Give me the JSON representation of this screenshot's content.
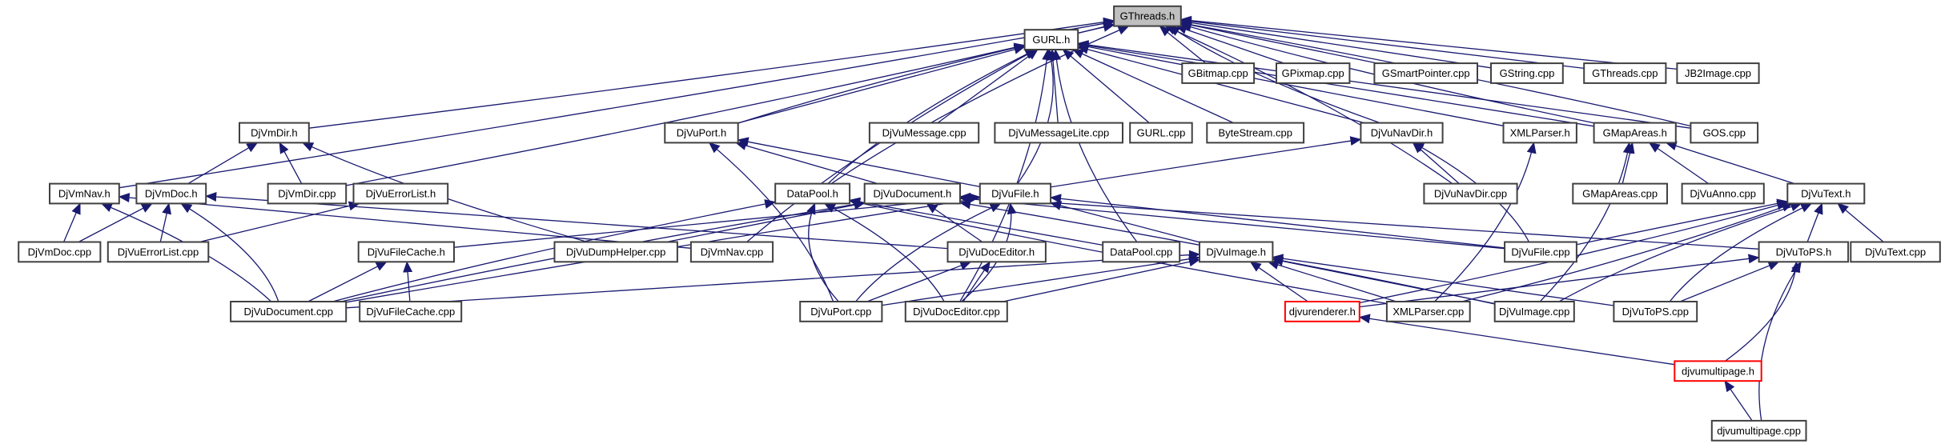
{
  "diagram": {
    "type": "include-dependency-graph",
    "root": "GThreads.h",
    "colors": {
      "edge": "#191970",
      "root_fill": "#bfbfbf",
      "node_border": "#404040",
      "highlight_border": "#ff0000"
    },
    "nodes": [
      {
        "id": "GThreads.h",
        "label": "GThreads.h",
        "style": "root"
      },
      {
        "id": "GURL.h",
        "label": "GURL.h"
      },
      {
        "id": "GBitmap.cpp",
        "label": "GBitmap.cpp"
      },
      {
        "id": "GPixmap.cpp",
        "label": "GPixmap.cpp"
      },
      {
        "id": "GSmartPointer.cpp",
        "label": "GSmartPointer.cpp"
      },
      {
        "id": "GString.cpp",
        "label": "GString.cpp"
      },
      {
        "id": "GThreads.cpp",
        "label": "GThreads.cpp"
      },
      {
        "id": "JB2Image.cpp",
        "label": "JB2Image.cpp"
      },
      {
        "id": "DjVmDir.h",
        "label": "DjVmDir.h"
      },
      {
        "id": "DjVuPort.h",
        "label": "DjVuPort.h"
      },
      {
        "id": "DjVuMessage.cpp",
        "label": "DjVuMessage.cpp"
      },
      {
        "id": "DjVuMessageLite.cpp",
        "label": "DjVuMessageLite.cpp"
      },
      {
        "id": "GURL.cpp",
        "label": "GURL.cpp"
      },
      {
        "id": "ByteStream.cpp",
        "label": "ByteStream.cpp"
      },
      {
        "id": "DjVuNavDir.h",
        "label": "DjVuNavDir.h"
      },
      {
        "id": "XMLParser.h",
        "label": "XMLParser.h"
      },
      {
        "id": "GMapAreas.h",
        "label": "GMapAreas.h"
      },
      {
        "id": "GOS.cpp",
        "label": "GOS.cpp"
      },
      {
        "id": "DjVmNav.h",
        "label": "DjVmNav.h"
      },
      {
        "id": "DjVmDoc.h",
        "label": "DjVmDoc.h"
      },
      {
        "id": "DjVmDir.cpp",
        "label": "DjVmDir.cpp"
      },
      {
        "id": "DjVuErrorList.h",
        "label": "DjVuErrorList.h"
      },
      {
        "id": "DataPool.h",
        "label": "DataPool.h"
      },
      {
        "id": "DjVuDocument.h",
        "label": "DjVuDocument.h"
      },
      {
        "id": "DjVuFile.h",
        "label": "DjVuFile.h"
      },
      {
        "id": "DjVuNavDir.cpp",
        "label": "DjVuNavDir.cpp"
      },
      {
        "id": "GMapAreas.cpp",
        "label": "GMapAreas.cpp"
      },
      {
        "id": "DjVuAnno.cpp",
        "label": "DjVuAnno.cpp"
      },
      {
        "id": "DjVuText.h",
        "label": "DjVuText.h"
      },
      {
        "id": "DjVmDoc.cpp",
        "label": "DjVmDoc.cpp"
      },
      {
        "id": "DjVuErrorList.cpp",
        "label": "DjVuErrorList.cpp"
      },
      {
        "id": "DjVuFileCache.h",
        "label": "DjVuFileCache.h"
      },
      {
        "id": "DjVuDumpHelper.cpp",
        "label": "DjVuDumpHelper.cpp"
      },
      {
        "id": "DjVmNav.cpp",
        "label": "DjVmNav.cpp"
      },
      {
        "id": "DjVuDocEditor.h",
        "label": "DjVuDocEditor.h"
      },
      {
        "id": "DataPool.cpp",
        "label": "DataPool.cpp"
      },
      {
        "id": "DjVuImage.h",
        "label": "DjVuImage.h"
      },
      {
        "id": "DjVuFile.cpp",
        "label": "DjVuFile.cpp"
      },
      {
        "id": "DjVuToPS.h",
        "label": "DjVuToPS.h"
      },
      {
        "id": "DjVuText.cpp",
        "label": "DjVuText.cpp"
      },
      {
        "id": "DjVuDocument.cpp",
        "label": "DjVuDocument.cpp"
      },
      {
        "id": "DjVuFileCache.cpp",
        "label": "DjVuFileCache.cpp"
      },
      {
        "id": "DjVuPort.cpp",
        "label": "DjVuPort.cpp"
      },
      {
        "id": "DjVuDocEditor.cpp",
        "label": "DjVuDocEditor.cpp"
      },
      {
        "id": "djvurenderer.h",
        "label": "djvurenderer.h",
        "style": "red"
      },
      {
        "id": "XMLParser.cpp",
        "label": "XMLParser.cpp"
      },
      {
        "id": "DjVuImage.cpp",
        "label": "DjVuImage.cpp"
      },
      {
        "id": "DjVuToPS.cpp",
        "label": "DjVuToPS.cpp"
      },
      {
        "id": "djvumultipage.h",
        "label": "djvumultipage.h",
        "style": "red"
      },
      {
        "id": "djvumultipage.cpp",
        "label": "djvumultipage.cpp"
      }
    ],
    "edges": [
      [
        "GURL.h",
        "GThreads.h"
      ],
      [
        "GBitmap.cpp",
        "GThreads.h"
      ],
      [
        "GPixmap.cpp",
        "GThreads.h"
      ],
      [
        "GSmartPointer.cpp",
        "GThreads.h"
      ],
      [
        "GString.cpp",
        "GThreads.h"
      ],
      [
        "GThreads.cpp",
        "GThreads.h"
      ],
      [
        "JB2Image.cpp",
        "GThreads.h"
      ],
      [
        "DjVmDir.h",
        "GThreads.h"
      ],
      [
        "DjVuPort.h",
        "GThreads.h"
      ],
      [
        "DjVmNav.h",
        "GThreads.h"
      ],
      [
        "DataPool.h",
        "GThreads.h"
      ],
      [
        "GOS.cpp",
        "GThreads.h"
      ],
      [
        "DjVuNavDir.h",
        "GThreads.h"
      ],
      [
        "DjVuNavDir.cpp",
        "GThreads.h"
      ],
      [
        "GMapAreas.h",
        "GThreads.h"
      ],
      [
        "DjVuMessage.cpp",
        "GURL.h"
      ],
      [
        "DjVuMessageLite.cpp",
        "GURL.h"
      ],
      [
        "GURL.cpp",
        "GURL.h"
      ],
      [
        "ByteStream.cpp",
        "GURL.h"
      ],
      [
        "DjVuNavDir.h",
        "GURL.h"
      ],
      [
        "XMLParser.h",
        "GURL.h"
      ],
      [
        "GMapAreas.h",
        "GURL.h"
      ],
      [
        "GOS.cpp",
        "GURL.h"
      ],
      [
        "DjVuPort.h",
        "GURL.h"
      ],
      [
        "DataPool.h",
        "GURL.h"
      ],
      [
        "DjVmDir.cpp",
        "GURL.h"
      ],
      [
        "DjVmNav.cpp",
        "GURL.h"
      ],
      [
        "DjVuFile.h",
        "GURL.h"
      ],
      [
        "DataPool.cpp",
        "GURL.h"
      ],
      [
        "DjVuDocEditor.cpp",
        "GURL.h"
      ],
      [
        "DjVmDoc.h",
        "DjVmDir.h"
      ],
      [
        "DjVmDir.cpp",
        "DjVmDir.h"
      ],
      [
        "DjVuDumpHelper.cpp",
        "DjVmDir.h"
      ],
      [
        "DjVuDocument.h",
        "DjVuPort.h"
      ],
      [
        "DjVuFile.h",
        "DjVuPort.h"
      ],
      [
        "DjVuPort.cpp",
        "DjVuPort.h"
      ],
      [
        "DjVuNavDir.cpp",
        "DjVuNavDir.h"
      ],
      [
        "DjVuFile.cpp",
        "DjVuNavDir.h"
      ],
      [
        "DjVuDocument.cpp",
        "DjVuNavDir.h"
      ],
      [
        "XMLParser.cpp",
        "XMLParser.h"
      ],
      [
        "GMapAreas.cpp",
        "GMapAreas.h"
      ],
      [
        "DjVuAnno.cpp",
        "GMapAreas.h"
      ],
      [
        "DjVuText.h",
        "GMapAreas.h"
      ],
      [
        "DjVuImage.cpp",
        "GMapAreas.h"
      ],
      [
        "DjVmDoc.cpp",
        "DjVmNav.h"
      ],
      [
        "DjVuDocument.cpp",
        "DjVmNav.h"
      ],
      [
        "DjVmNav.cpp",
        "DjVmNav.h"
      ],
      [
        "DjVmDoc.cpp",
        "DjVmDoc.h"
      ],
      [
        "DjVuErrorList.cpp",
        "DjVmDoc.h"
      ],
      [
        "DjVuDocument.cpp",
        "DjVmDoc.h"
      ],
      [
        "DjVuDocEditor.h",
        "DjVmDoc.h"
      ],
      [
        "DjVuErrorList.cpp",
        "DjVuErrorList.h"
      ],
      [
        "DjVuDocument.cpp",
        "DataPool.h"
      ],
      [
        "DataPool.cpp",
        "DataPool.h"
      ],
      [
        "DjVuPort.cpp",
        "DataPool.h"
      ],
      [
        "DjVuDocEditor.cpp",
        "DataPool.h"
      ],
      [
        "XMLParser.cpp",
        "DataPool.h"
      ],
      [
        "DjVuDocEditor.h",
        "DjVuDocument.h"
      ],
      [
        "DjVuDocument.cpp",
        "DjVuDocument.h"
      ],
      [
        "DjVuImage.cpp",
        "DjVuDocument.h"
      ],
      [
        "DjVuToPS.h",
        "DjVuDocument.h"
      ],
      [
        "DjVuDumpHelper.cpp",
        "DjVuDocument.h"
      ],
      [
        "DjVuFile.cpp",
        "DjVuDocument.h"
      ],
      [
        "DjVuFileCache.h",
        "DjVuFile.h"
      ],
      [
        "DjVuImage.h",
        "DjVuFile.h"
      ],
      [
        "DjVuFile.cpp",
        "DjVuFile.h"
      ],
      [
        "DjVuPort.cpp",
        "DjVuFile.h"
      ],
      [
        "DjVuDocEditor.cpp",
        "DjVuFile.h"
      ],
      [
        "DjVuImage.cpp",
        "DjVuText.h"
      ],
      [
        "DjVuText.cpp",
        "DjVuText.h"
      ],
      [
        "DjVuToPS.h",
        "DjVuText.h"
      ],
      [
        "XMLParser.cpp",
        "DjVuText.h"
      ],
      [
        "DjVuFile.cpp",
        "DjVuText.h"
      ],
      [
        "djvurenderer.h",
        "DjVuText.h"
      ],
      [
        "DjVuToPS.cpp",
        "DjVuText.h"
      ],
      [
        "DjVuDocument.cpp",
        "DjVuFileCache.h"
      ],
      [
        "DjVuFileCache.cpp",
        "DjVuFileCache.h"
      ],
      [
        "DjVuDocEditor.cpp",
        "DjVuDocEditor.h"
      ],
      [
        "DjVuPort.cpp",
        "DjVuDocEditor.h"
      ],
      [
        "djvurenderer.h",
        "DjVuImage.h"
      ],
      [
        "XMLParser.cpp",
        "DjVuImage.h"
      ],
      [
        "DjVuImage.cpp",
        "DjVuImage.h"
      ],
      [
        "DjVuToPS.cpp",
        "DjVuImage.h"
      ],
      [
        "DjVuDocEditor.cpp",
        "DjVuImage.h"
      ],
      [
        "DjVuPort.cpp",
        "DjVuImage.h"
      ],
      [
        "DjVuDocument.cpp",
        "DjVuImage.h"
      ],
      [
        "DjVuToPS.cpp",
        "DjVuToPS.h"
      ],
      [
        "djvumultipage.h",
        "DjVuToPS.h"
      ],
      [
        "djvumultipage.cpp",
        "DjVuToPS.h"
      ],
      [
        "djvurenderer.h",
        "DjVuToPS.h"
      ],
      [
        "djvumultipage.h",
        "djvurenderer.h"
      ],
      [
        "djvumultipage.cpp",
        "djvumultipage.h"
      ]
    ]
  }
}
